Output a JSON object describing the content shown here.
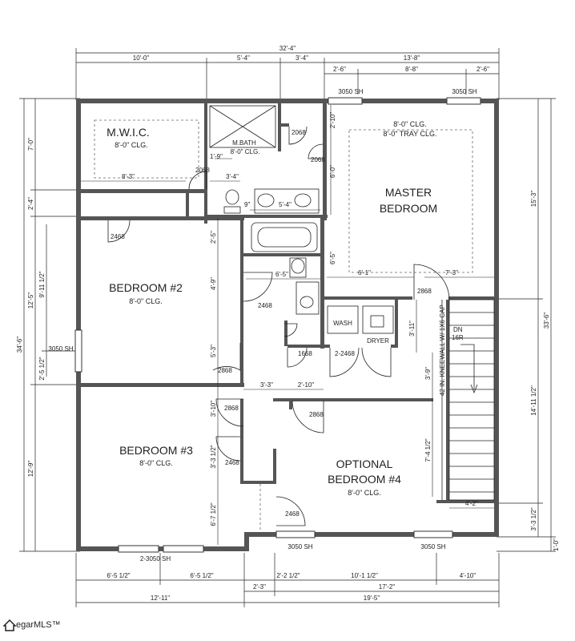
{
  "dimensions": {
    "overall_width": "32'-4\"",
    "top_10_0": "10'-0\"",
    "top_5_4": "5'-4\"",
    "top_3_4": "3'-4\"",
    "top_13_8": "13'-8\"",
    "top_2_6_a": "2'-6\"",
    "top_8_8": "8'-8\"",
    "top_2_6_b": "2'-6\"",
    "left_7_0": "7'-0\"",
    "left_2_4": "2'-4\"",
    "left_12_5": "12'-5\"",
    "left_9_11": "9'-11 1/2\"",
    "left_34_6": "34'-6\"",
    "left_2_5": "2'-5 1/2\"",
    "left_12_9": "12'-9\"",
    "right_15_3": "15'-3\"",
    "right_33_6": "33'-6\"",
    "right_14_11": "14'-11 1/2\"",
    "right_3_3": "3'-3 1/2\"",
    "right_1_0": "1'-0\"",
    "bottom_6_5_a": "6'-5 1/2\"",
    "bottom_6_5_b": "6'-5 1/2\"",
    "bottom_2_2": "2'-2 1/2\"",
    "bottom_10_1": "10'-1 1/2\"",
    "bottom_4_10": "4'-10\"",
    "bottom_2_3": "2'-3\"",
    "bottom_17_2": "17'-2\"",
    "bottom_12_11": "12'-11\"",
    "bottom_19_5": "19'-5\"",
    "in_8_3": "8'-3\"",
    "in_1_9": "1'-9\"",
    "in_3_4": "3'-4\"",
    "in_9": "9\"",
    "in_5_4": "5'-4\"",
    "in_2_10": "2'-10\"",
    "in_6_0": "6'-0\"",
    "in_6_5_v": "6'-5\"",
    "in_6_5_h": "6'-5\"",
    "in_6_1": "6'-1\"",
    "in_7_3": "7'-3\"",
    "in_2_5": "2'-5\"",
    "in_4_9": "4'-9\"",
    "in_5_3": "5'-3\"",
    "in_3_11": "3'-11\"",
    "in_3_3": "3'-3\"",
    "in_2_10b": "2'-10\"",
    "in_3_9": "3'-9\"",
    "in_3_10": "3'-10\"",
    "in_3_3_half": "3'-3 1/2\"",
    "in_6_7": "6'-7 1/2\"",
    "in_7_4": "7'-4 1/2\"",
    "in_4_2": "4'-2\""
  },
  "rooms": {
    "mwic": {
      "name": "M.W.I.C.",
      "clg": "8'-0\" CLG."
    },
    "mbath": {
      "name": "M.BATH",
      "clg": "8'-0\" CLG."
    },
    "master": {
      "name1": "MASTER",
      "name2": "BEDROOM",
      "clg1": "8'-0\" CLG.",
      "clg2": "8'-0\" TRAY CLG."
    },
    "bed2": {
      "name": "BEDROOM #2",
      "clg": "8'-0\" CLG."
    },
    "bed3": {
      "name": "BEDROOM #3",
      "clg": "8'-0\" CLG."
    },
    "optional": {
      "name1": "OPTIONAL",
      "name2": "BEDROOM #4",
      "clg": "8'-0\" CLG."
    },
    "wash": "WASH",
    "dryer": "DRYER"
  },
  "doors": {
    "d2068_a": "2068",
    "d2068_b": "2068",
    "d2068_c": "2068",
    "d2468_bed2": "2468",
    "d2468_hall": "2468",
    "d2868_master": "2868",
    "d1668": "1668",
    "d2_2468": "2-2468",
    "d2868_hall": "2868",
    "d2868_bed3": "2868",
    "d2868_opt": "2868",
    "d2468_bed3": "2468",
    "d2468_opt": "2468"
  },
  "windows": {
    "w_master_a": "3050 SH",
    "w_master_b": "3050 SH",
    "w_left": "3050 SH",
    "w_bed3": "2-3050 SH",
    "w_opt_a": "3050 SH",
    "w_opt_b": "3050 SH"
  },
  "stairs": {
    "dn": "DN",
    "risers": "16R",
    "kneewall": "42 IN. KNEEWALL W/ 1X6 CAP"
  },
  "logo": {
    "text": "egarMLS™"
  }
}
